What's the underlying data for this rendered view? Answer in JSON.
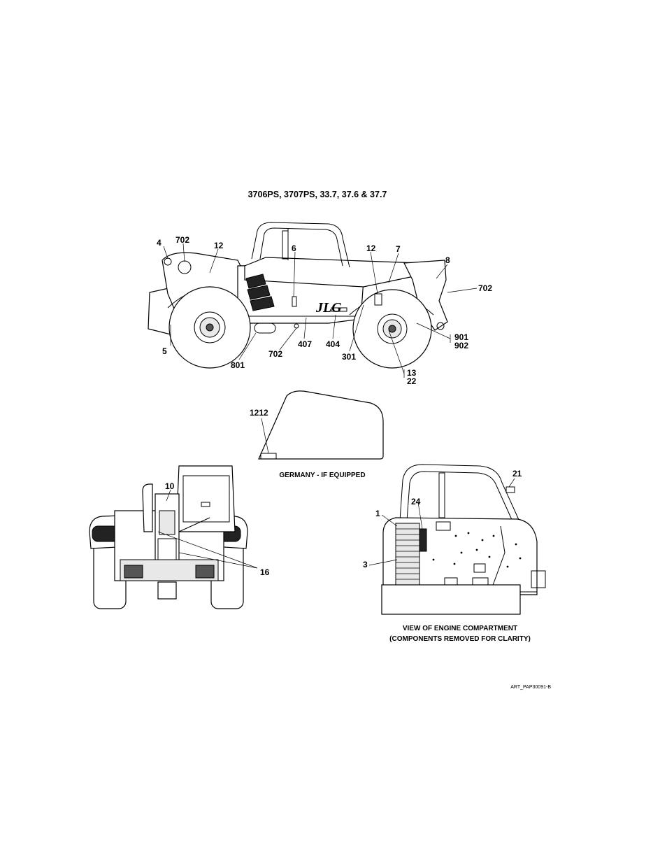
{
  "title": "3706PS, 3707PS, 33.7, 37.6 & 37.7",
  "side_view": {
    "callouts": [
      "4",
      "702",
      "12",
      "6",
      "12",
      "7",
      "8",
      "702",
      "901",
      "902",
      "5",
      "801",
      "702",
      "407",
      "404",
      "301",
      "13",
      "22"
    ]
  },
  "window_view": {
    "callout": "1212",
    "caption": "GERMANY - IF EQUIPPED"
  },
  "rear_view": {
    "callouts": [
      "10",
      "16"
    ]
  },
  "engine_view": {
    "callouts": [
      "21",
      "1",
      "24",
      "3"
    ],
    "caption_line1": "VIEW OF ENGINE COMPARTMENT",
    "caption_line2": "(COMPONENTS REMOVED FOR CLARITY)"
  },
  "art_number": "ART_PAP30091-B",
  "logo_text": "JLG"
}
